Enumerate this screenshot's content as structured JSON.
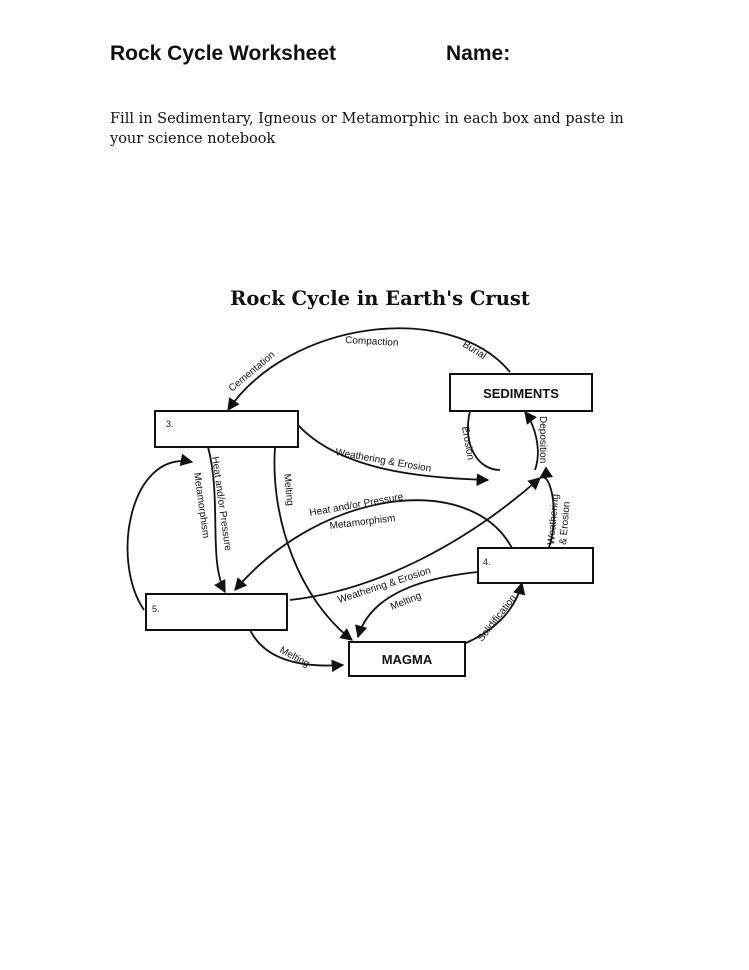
{
  "header": {
    "title": "Rock Cycle Worksheet",
    "name_label": "Name:"
  },
  "instructions": "Fill in Sedimentary, Igneous or Metamorphic in each box and paste in your science notebook",
  "diagram": {
    "title": "Rock Cycle in Earth's Crust",
    "boxes": {
      "sediments": "SEDIMENTS",
      "magma": "MAGMA",
      "box3": "3.",
      "box4": "4.",
      "box5": "5."
    },
    "processes": {
      "compaction": "Compaction",
      "cementation": "Cementation",
      "burial": "Burial",
      "erosion": "Erosion",
      "deposition": "Deposition",
      "weathering_erosion_top": "Weathering & Erosion",
      "weathering_erosion_bottom": "Weathering & Erosion",
      "weathering_right_1": "Weathering",
      "weathering_right_2": "& Erosion",
      "heat_pressure_left": "Heat and/or Pressure",
      "metamorphism_left": "Metamorphism",
      "melting_vertical": "Melting",
      "heat_pressure_mid": "Heat and/or Pressure",
      "metamorphism_mid": "Metamorphism",
      "melting_bottom_left": "Melting",
      "melting_bottom_right": "Melting",
      "solidification": "Solidification"
    }
  }
}
